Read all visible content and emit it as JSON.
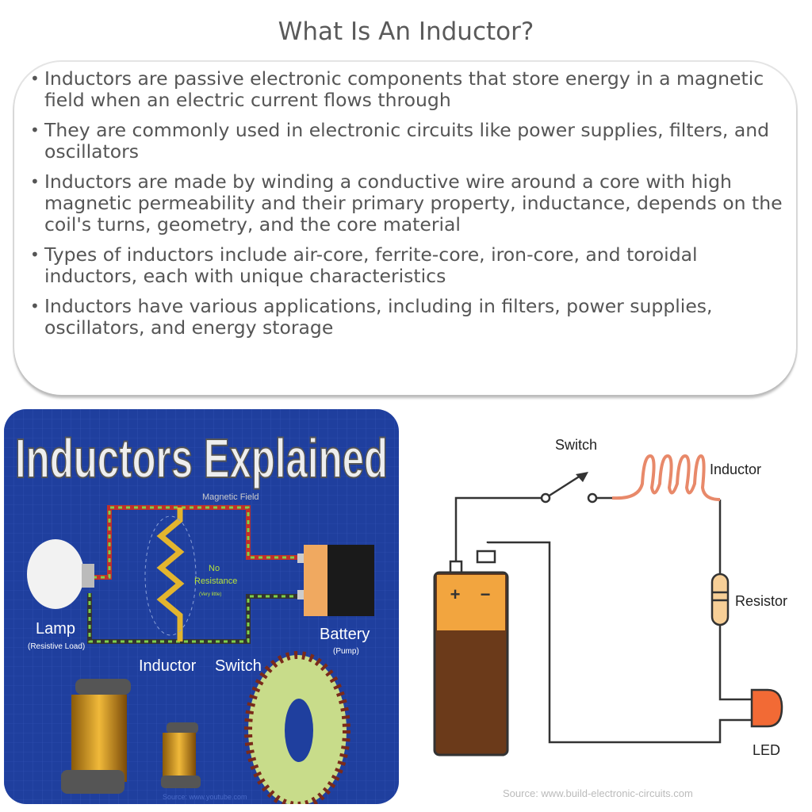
{
  "page": {
    "title": "What Is An Inductor?"
  },
  "bullets": [
    "Inductors are passive electronic components that store energy in a magnetic field when an electric current flows through",
    "They are commonly used in electronic circuits like power supplies, filters, and oscillators",
    "Inductors are made by winding a conductive wire around a core with high magnetic permeability and their primary property, inductance, depends on the coil's turns, geometry, and the core material",
    "Types of inductors include air-core, ferrite-core, iron-core, and toroidal inductors, each with unique characteristics",
    "Inductors have various applications, including in filters, power supplies, oscillators, and energy storage"
  ],
  "left_image": {
    "headline": "Inductors Explained",
    "magnetic_field_label": "Magnetic Field",
    "no_resistance": "No",
    "no_resistance_2": "Resistance",
    "very_little": "(Very little)",
    "lamp": "Lamp",
    "lamp_sub": "(Resistive Load)",
    "inductor": "Inductor",
    "switch": "Switch",
    "battery": "Battery",
    "battery_sub": "(Pump)",
    "source": "Source: www.youtube.com",
    "background_color": "#1f3f9e"
  },
  "right_image": {
    "switch": "Switch",
    "inductor": "Inductor",
    "resistor": "Resistor",
    "led": "LED",
    "plus": "+",
    "minus": "−",
    "source": "Source: www.build-electronic-circuits.com",
    "colors": {
      "battery_top": "#f2a53f",
      "battery_body": "#6b3a1a",
      "coil": "#e8896a",
      "led": "#f26a35",
      "resistor": "#f7cf97"
    }
  }
}
